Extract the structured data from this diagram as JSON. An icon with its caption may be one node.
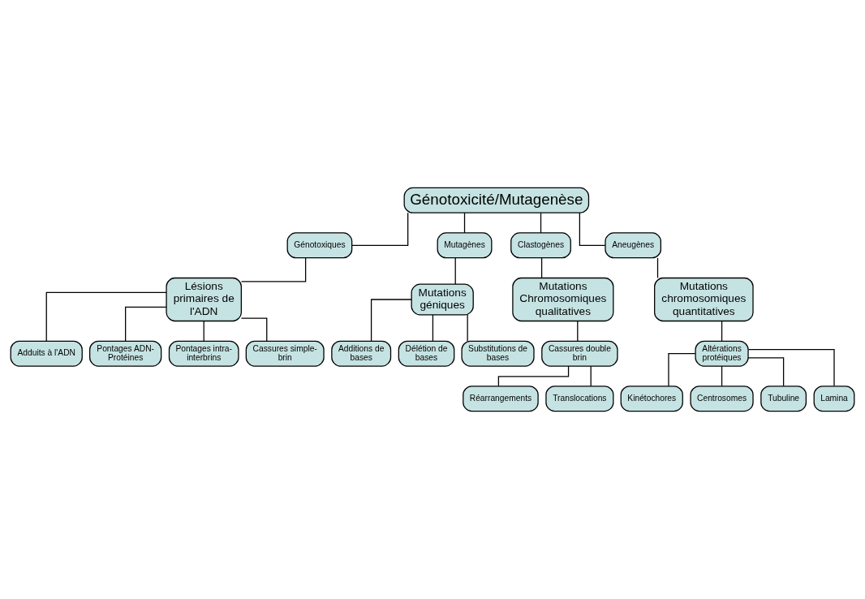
{
  "diagram": {
    "nodes": [
      {
        "text": [
          "Génotoxicité/Mutagenèse"
        ]
      },
      {
        "text": [
          "Génotoxiques"
        ]
      },
      {
        "text": [
          "Mutagènes"
        ]
      },
      {
        "text": [
          "Clastogènes"
        ]
      },
      {
        "text": [
          "Aneugènes"
        ]
      },
      {
        "text": [
          "Lésions primaires de l'ADN"
        ]
      },
      {
        "text": [
          "Mutations géniques"
        ]
      },
      {
        "text": [
          "Mutations Chromosomiques qualitatives"
        ]
      },
      {
        "text": [
          "Mutations chromosomiques quantitatives"
        ]
      },
      {
        "text": [
          "Adduits à l'ADN"
        ]
      },
      {
        "text": [
          "Pontages ADN-Protéines"
        ]
      },
      {
        "text": [
          "Pontages intra- interbrins"
        ]
      },
      {
        "text": [
          "Cassures simple-brin"
        ]
      },
      {
        "text": [
          "Additions de bases"
        ]
      },
      {
        "text": [
          "Délétion de bases"
        ]
      },
      {
        "text": [
          "Substitutions de bases"
        ]
      },
      {
        "text": [
          "Cassures double brin"
        ]
      },
      {
        "text": [
          "Réarrangements"
        ]
      },
      {
        "text": [
          "Translocations"
        ]
      },
      {
        "text": [
          "Altérations protéiques"
        ]
      },
      {
        "text": [
          "Kinétochores"
        ]
      },
      {
        "text": [
          "Centrosomes"
        ]
      },
      {
        "text": [
          "Tubuline"
        ]
      },
      {
        "text": [
          "Lamina"
        ]
      }
    ],
    "edges": [
      {
        "from": 0,
        "to": 1,
        "arrow": "none"
      },
      {
        "from": 0,
        "to": 2,
        "arrow": "none"
      },
      {
        "from": 0,
        "to": 3,
        "arrow": "none"
      },
      {
        "from": 0,
        "to": 4,
        "arrow": "none"
      },
      {
        "from": 1,
        "to": 5,
        "arrow": "none"
      },
      {
        "from": 2,
        "to": 6,
        "arrow": "none"
      },
      {
        "from": 3,
        "to": 7,
        "arrow": "none"
      },
      {
        "from": 4,
        "to": 8,
        "arrow": "none"
      },
      {
        "from": 5,
        "to": 9,
        "arrow": "none"
      },
      {
        "from": 5,
        "to": 10,
        "arrow": "none"
      },
      {
        "from": 5,
        "to": 11,
        "arrow": "none"
      },
      {
        "from": 5,
        "to": 12,
        "arrow": "none"
      },
      {
        "from": 6,
        "to": 13,
        "arrow": "none"
      },
      {
        "from": 6,
        "to": 14,
        "arrow": "none"
      },
      {
        "from": 6,
        "to": 15,
        "arrow": "none"
      },
      {
        "from": 7,
        "to": 16,
        "arrow": "none"
      },
      {
        "from": 16,
        "to": 17,
        "arrow": "none"
      },
      {
        "from": 16,
        "to": 18,
        "arrow": "none"
      },
      {
        "from": 8,
        "to": 19,
        "arrow": "none"
      },
      {
        "from": 19,
        "to": 20,
        "arrow": "none"
      },
      {
        "from": 19,
        "to": 21,
        "arrow": "none"
      },
      {
        "from": 19,
        "to": 22,
        "arrow": "none"
      },
      {
        "from": 19,
        "to": 23,
        "arrow": "none"
      }
    ]
  }
}
